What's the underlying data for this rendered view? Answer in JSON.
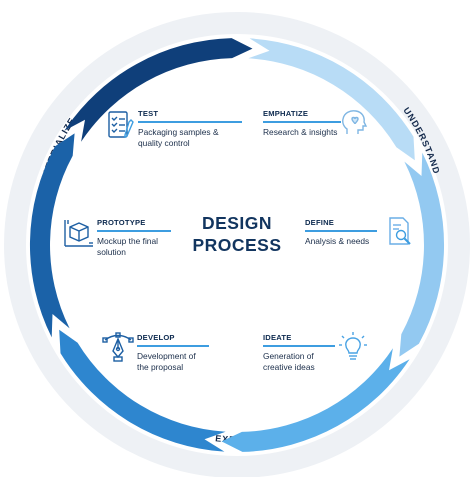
{
  "center": {
    "line1": "DESIGN",
    "line2": "PROCESS"
  },
  "phases": [
    {
      "label": "UNDERSTAND"
    },
    {
      "label": "EXPLORE"
    },
    {
      "label": "MATERIALIZE"
    }
  ],
  "steps": [
    {
      "title": "EMPHATIZE",
      "desc": "Research & insights",
      "icon": "head-heart-icon"
    },
    {
      "title": "DEFINE",
      "desc": "Analysis & needs",
      "icon": "document-magnifier-icon"
    },
    {
      "title": "IDEATE",
      "desc": "Generation of creative ideas",
      "icon": "lightbulb-icon"
    },
    {
      "title": "DEVELOP",
      "desc": "Development of the proposal",
      "icon": "pen-tool-icon"
    },
    {
      "title": "PROTOTYPE",
      "desc": "Mockup the final solution",
      "icon": "cube-prototype-icon"
    },
    {
      "title": "TEST",
      "desc": "Packaging samples & quality control",
      "icon": "checklist-icon"
    }
  ],
  "colors": {
    "arc_emphatize": "#b8dcf6",
    "arc_define": "#93c9f1",
    "arc_ideate": "#5cb0ea",
    "arc_develop": "#2e86cf",
    "arc_prototype": "#1b62a8",
    "arc_test": "#0f3f7a",
    "outer_ring": "#eef1f5",
    "text_dark": "#0d2a4f",
    "underline": "#3d9de0"
  }
}
